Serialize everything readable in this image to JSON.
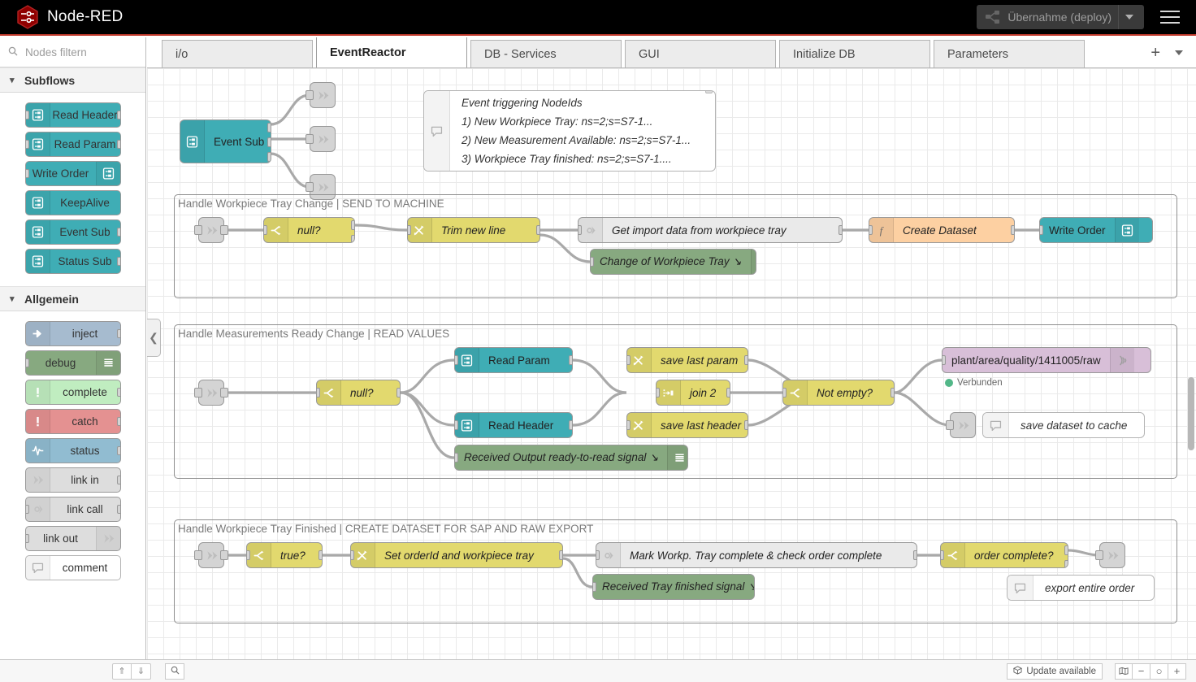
{
  "header": {
    "app_title": "Node-RED",
    "logo_icon": "node-red-logo",
    "deploy_label": "Übernahme (deploy)",
    "deploy_icon": "deploy-icon",
    "deploy_dropdown_icon": "chevron-down-icon",
    "menu_icon": "hamburger-menu-icon"
  },
  "palette": {
    "search_placeholder": "Nodes filtern",
    "search_value": "",
    "search_icon": "search-icon",
    "categories": [
      {
        "name": "Subflows",
        "chevron_icon": "chevron-down-icon",
        "nodes": [
          {
            "label": "Read Header",
            "color": "#3fadb5",
            "icon": "subflow-icon",
            "icon_side": "left",
            "in": true,
            "out": true
          },
          {
            "label": "Read Param",
            "color": "#3fadb5",
            "icon": "subflow-icon",
            "icon_side": "left",
            "in": true,
            "out": true
          },
          {
            "label": "Write Order",
            "color": "#3fadb5",
            "icon": "subflow-icon",
            "icon_side": "right",
            "in": true,
            "out": false
          },
          {
            "label": "KeepAlive",
            "color": "#3fadb5",
            "icon": "subflow-icon",
            "icon_side": "left",
            "in": false,
            "out": false
          },
          {
            "label": "Event Sub",
            "color": "#3fadb5",
            "icon": "subflow-icon",
            "icon_side": "left",
            "in": false,
            "out": true
          },
          {
            "label": "Status Sub",
            "color": "#3fadb5",
            "icon": "subflow-icon",
            "icon_side": "left",
            "in": false,
            "out": true
          }
        ]
      },
      {
        "name": "Allgemein",
        "chevron_icon": "chevron-down-icon",
        "nodes": [
          {
            "label": "inject",
            "color": "#a6bbcf",
            "icon": "inject-arrow-icon",
            "icon_side": "left",
            "in": false,
            "out": true
          },
          {
            "label": "debug",
            "color": "#87a980",
            "icon": "debug-lines-icon",
            "icon_side": "right",
            "in": true,
            "out": false
          },
          {
            "label": "complete",
            "color": "#c0edc0",
            "icon": "exclamation-icon",
            "icon_side": "left",
            "in": false,
            "out": true
          },
          {
            "label": "catch",
            "color": "#e49191",
            "icon": "exclamation-icon",
            "icon_side": "left",
            "in": false,
            "out": true
          },
          {
            "label": "status",
            "color": "#91bcd1",
            "icon": "pulse-wave-icon",
            "icon_side": "left",
            "in": false,
            "out": true
          },
          {
            "label": "link in",
            "color": "#dddddd",
            "icon": "link-in-icon",
            "icon_side": "left",
            "in": false,
            "out": true
          },
          {
            "label": "link call",
            "color": "#dddddd",
            "icon": "link-call-icon",
            "icon_side": "left",
            "in": true,
            "out": true
          },
          {
            "label": "link out",
            "color": "#dddddd",
            "icon": "link-out-icon",
            "icon_side": "right",
            "in": true,
            "out": false
          },
          {
            "label": "comment",
            "color": "#ffffff",
            "icon": "comment-bubble-icon",
            "icon_side": "left",
            "in": false,
            "out": false
          }
        ]
      }
    ]
  },
  "tabs": {
    "items": [
      {
        "label": "i/o",
        "active": false
      },
      {
        "label": "EventReactor",
        "active": true
      },
      {
        "label": "DB - Services",
        "active": false
      },
      {
        "label": "GUI",
        "active": false
      },
      {
        "label": "Initialize DB",
        "active": false
      },
      {
        "label": "Parameters",
        "active": false
      }
    ],
    "add_icon": "plus-icon",
    "more_icon": "chevron-down-icon"
  },
  "canvas": {
    "collapse_icon": "chevron-left-icon",
    "event_sub_node": {
      "label": "Event Sub",
      "icon": "subflow-icon",
      "color": "#3fadb5"
    },
    "link_out_nodes": [
      {
        "icon": "link-out-icon"
      },
      {
        "icon": "link-out-icon"
      },
      {
        "icon": "link-out-icon"
      }
    ],
    "top_comment": {
      "icon": "comment-bubble-icon",
      "lines": [
        "Event triggering NodeIds",
        "1) New Workpiece Tray: ns=2;s=S7-1...",
        "2) New Measurement Available: ns=2;s=S7-1...",
        "3) Workpiece Tray finished: ns=2;s=S7-1...."
      ]
    },
    "groups": [
      {
        "title": "Handle Workpiece Tray Change | SEND TO MACHINE",
        "nodes": [
          {
            "label": "",
            "type": "link-in",
            "icon": "link-in-icon",
            "color": "#d4d4d4"
          },
          {
            "label": "null?",
            "type": "switch",
            "icon": "switch-icon",
            "color": "#e2d96e"
          },
          {
            "label": "Trim new line",
            "type": "change",
            "icon": "change-icon",
            "color": "#e2d96e"
          },
          {
            "label": "Get import data from workpiece tray",
            "type": "link-call",
            "icon": "link-call-icon",
            "color": "#eaeaea"
          },
          {
            "label": "Change of Workpiece Tray",
            "type": "debug",
            "icon": "debug-lines-icon",
            "color": "#87a980"
          },
          {
            "label": "Create Dataset",
            "type": "function",
            "icon": "function-icon",
            "color": "#fdd0a2"
          },
          {
            "label": "Write Order",
            "type": "subflow",
            "icon": "subflow-icon",
            "color": "#3fadb5"
          }
        ]
      },
      {
        "title": "Handle Measurements Ready Change | READ VALUES",
        "nodes": [
          {
            "label": "",
            "type": "link-in",
            "icon": "link-in-icon",
            "color": "#d4d4d4"
          },
          {
            "label": "null?",
            "type": "switch",
            "icon": "switch-icon",
            "color": "#e2d96e"
          },
          {
            "label": "Read Param",
            "type": "subflow",
            "icon": "subflow-icon",
            "color": "#3fadb5"
          },
          {
            "label": "Read Header",
            "type": "subflow",
            "icon": "subflow-icon",
            "color": "#3fadb5"
          },
          {
            "label": "save last param",
            "type": "change",
            "icon": "change-icon",
            "color": "#e2d96e"
          },
          {
            "label": "save last header",
            "type": "change",
            "icon": "change-icon",
            "color": "#e2d96e"
          },
          {
            "label": "Received Output ready-to-read signal",
            "type": "debug",
            "icon": "debug-lines-icon",
            "color": "#87a980"
          },
          {
            "label": "join 2",
            "type": "join",
            "icon": "join-icon",
            "color": "#e2d96e"
          },
          {
            "label": "Not empty?",
            "type": "switch",
            "icon": "switch-icon",
            "color": "#e2d96e"
          },
          {
            "label": "plant/area/quality/1411005/raw",
            "type": "mqtt-out",
            "icon": "mqtt-icon",
            "color": "#d8bfd8",
            "status": "Verbunden"
          },
          {
            "label": "save dataset to cache",
            "type": "comment",
            "icon": "comment-bubble-icon",
            "color": "#ffffff"
          },
          {
            "label": "",
            "type": "link-out",
            "icon": "link-out-icon",
            "color": "#d4d4d4"
          }
        ]
      },
      {
        "title": "Handle Workpiece Tray Finished | CREATE DATASET FOR SAP AND RAW EXPORT",
        "nodes": [
          {
            "label": "",
            "type": "link-in",
            "icon": "link-in-icon",
            "color": "#d4d4d4"
          },
          {
            "label": "true?",
            "type": "switch",
            "icon": "switch-icon",
            "color": "#e2d96e"
          },
          {
            "label": "Set orderId and workpiece tray",
            "type": "change",
            "icon": "change-icon",
            "color": "#e2d96e"
          },
          {
            "label": "Mark Workp. Tray complete & check order complete",
            "type": "link-call",
            "icon": "link-call-icon",
            "color": "#eaeaea"
          },
          {
            "label": "Received Tray finished signal",
            "type": "debug",
            "icon": "debug-lines-icon",
            "color": "#87a980"
          },
          {
            "label": "order complete?",
            "type": "switch",
            "icon": "switch-icon",
            "color": "#e2d96e"
          },
          {
            "label": "",
            "type": "link-out",
            "icon": "link-out-icon",
            "color": "#d4d4d4"
          },
          {
            "label": "export entire order",
            "type": "comment",
            "icon": "comment-bubble-icon",
            "color": "#ffffff"
          }
        ]
      }
    ]
  },
  "footer": {
    "collapse_all_icon": "chevrons-up-icon",
    "expand_all_icon": "chevrons-down-icon",
    "search_icon": "search-icon",
    "update_label": "Update available",
    "update_icon": "package-icon",
    "navigator_icon": "map-icon",
    "zoom_out_icon": "minus-icon",
    "zoom_reset_icon": "circle-icon",
    "zoom_in_icon": "plus-icon"
  },
  "colors": {
    "brand_red": "#c0392b",
    "subflow_teal": "#3fadb5",
    "switch_yellow": "#e2d96e",
    "debug_green": "#87a980",
    "function_orange": "#fdd0a2",
    "mqtt_purple": "#d8bfd8",
    "status_connected": "#52b788"
  }
}
